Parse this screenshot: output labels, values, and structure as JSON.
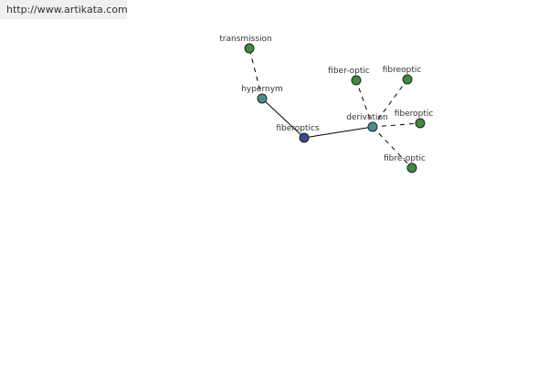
{
  "source_link": "http://www.artikata.com",
  "colors": {
    "edge": "#000000",
    "label": "#333333",
    "node_stroke": "#222222",
    "center_node": "#3a4a8a",
    "relation_node": "#4a8f8f",
    "leaf_node": "#3f8a3f"
  },
  "nodes": [
    {
      "id": "fiberoptics",
      "label": "fiberoptics",
      "kind": "center"
    },
    {
      "id": "hypernym",
      "label": "hypernym",
      "kind": "relation"
    },
    {
      "id": "derivation",
      "label": "derivation",
      "kind": "relation"
    },
    {
      "id": "transmission",
      "label": "transmission",
      "kind": "leaf"
    },
    {
      "id": "fiber-optic",
      "label": "fiber-optic",
      "kind": "leaf"
    },
    {
      "id": "fibreoptic",
      "label": "fibreoptic",
      "kind": "leaf"
    },
    {
      "id": "fiberoptic",
      "label": "fiberoptic",
      "kind": "leaf"
    },
    {
      "id": "fibre-optic",
      "label": "fibre-optic",
      "kind": "leaf"
    }
  ],
  "edges": [
    {
      "from": "fiberoptics",
      "to": "hypernym",
      "style": "solid"
    },
    {
      "from": "fiberoptics",
      "to": "derivation",
      "style": "solid"
    },
    {
      "from": "hypernym",
      "to": "transmission",
      "style": "dashed"
    },
    {
      "from": "derivation",
      "to": "fiber-optic",
      "style": "dashed"
    },
    {
      "from": "derivation",
      "to": "fibreoptic",
      "style": "dashed"
    },
    {
      "from": "derivation",
      "to": "fiberoptic",
      "style": "dashed"
    },
    {
      "from": "derivation",
      "to": "fibre-optic",
      "style": "dashed"
    }
  ]
}
